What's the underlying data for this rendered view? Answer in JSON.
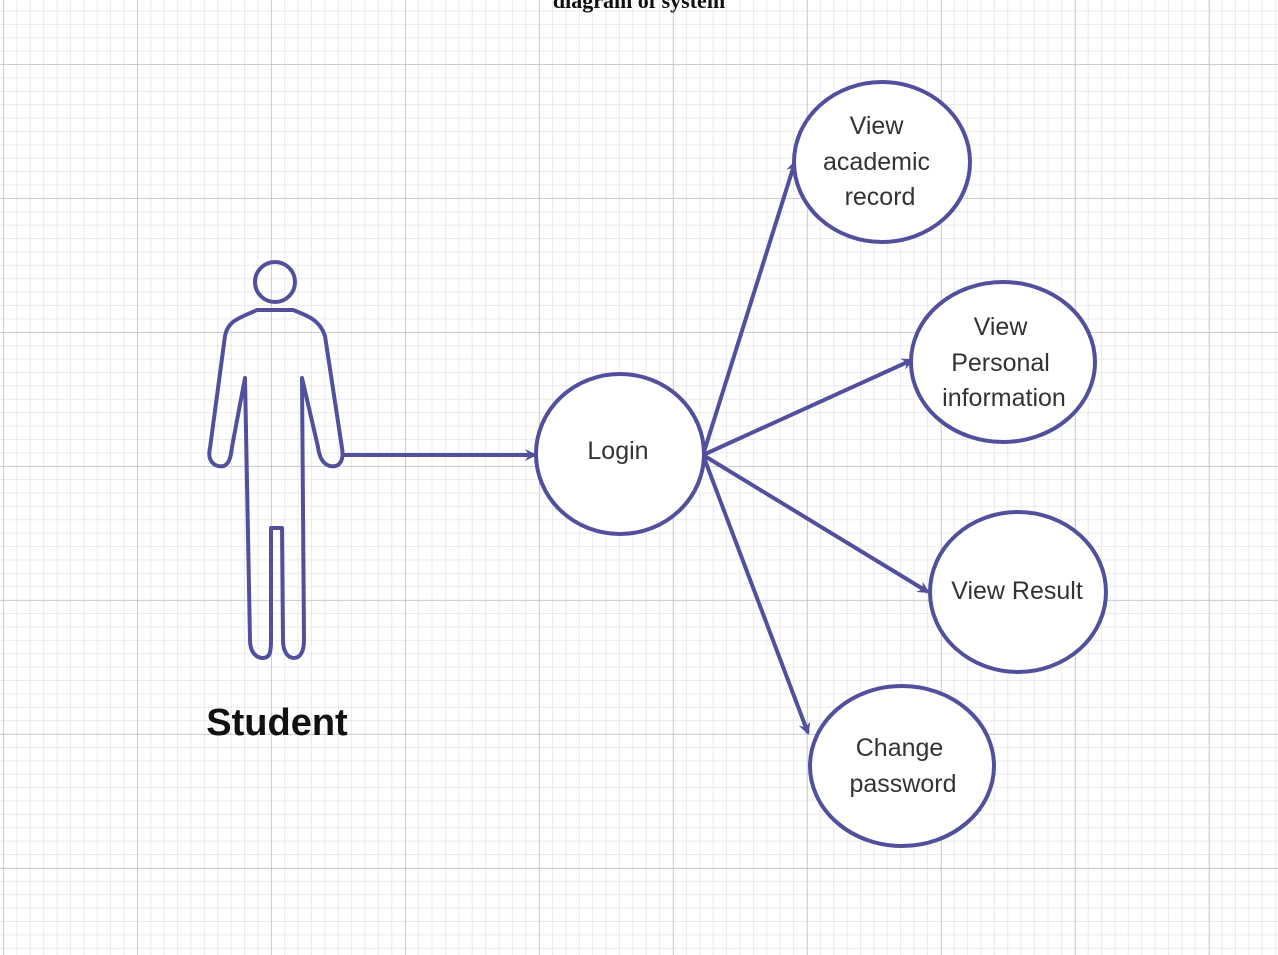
{
  "heading": "diagram of system",
  "colors": {
    "stroke": "#52509c",
    "grid": "#b4b4be",
    "text": "#333333"
  },
  "actor": {
    "label": "Student"
  },
  "use_cases": {
    "login": [
      "Login"
    ],
    "academic": [
      "View",
      "academic",
      "record"
    ],
    "personal": [
      "View",
      "Personal",
      "information"
    ],
    "result": [
      "View Result"
    ],
    "password": [
      "Change",
      "password"
    ]
  }
}
